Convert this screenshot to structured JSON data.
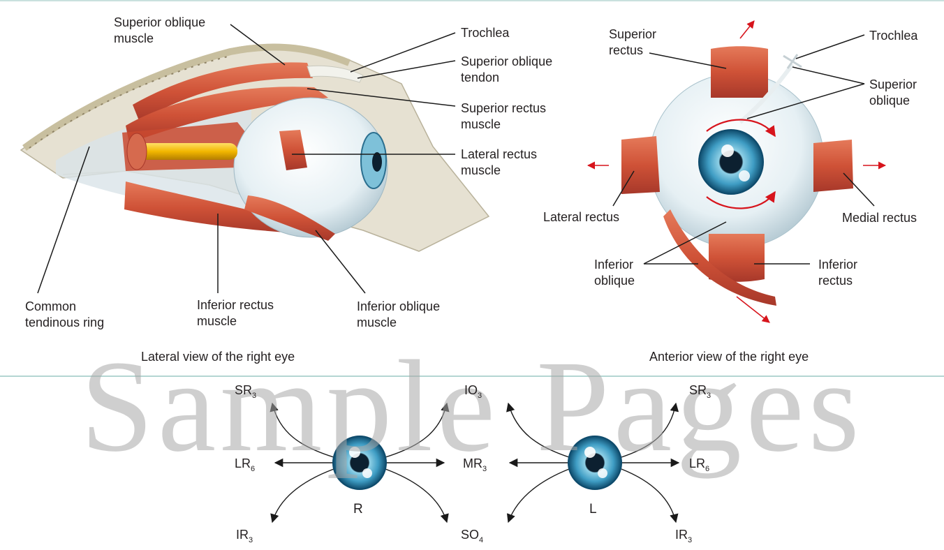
{
  "watermark": "Sample Pages",
  "lateral": {
    "caption": "Lateral view of the right eye",
    "labels": {
      "superior_oblique_muscle": [
        "Superior oblique",
        "muscle"
      ],
      "trochlea": "Trochlea",
      "superior_oblique_tendon": [
        "Superior oblique",
        "tendon"
      ],
      "superior_rectus_muscle": [
        "Superior rectus",
        "muscle"
      ],
      "lateral_rectus_muscle": [
        "Lateral rectus",
        "muscle"
      ],
      "common_tendinous_ring": [
        "Common",
        "tendinous ring"
      ],
      "inferior_rectus_muscle": [
        "Inferior rectus",
        "muscle"
      ],
      "inferior_oblique_muscle": [
        "Inferior oblique",
        "muscle"
      ]
    }
  },
  "anterior": {
    "caption": "Anterior view of the right eye",
    "labels": {
      "superior_rectus": [
        "Superior",
        "rectus"
      ],
      "trochlea": "Trochlea",
      "superior_oblique": [
        "Superior",
        "oblique"
      ],
      "lateral_rectus": "Lateral rectus",
      "medial_rectus": "Medial rectus",
      "inferior_oblique": [
        "Inferior",
        "oblique"
      ],
      "inferior_rectus": [
        "Inferior",
        "rectus"
      ]
    }
  },
  "actions": {
    "right_eye": {
      "tag": "R",
      "up_left": {
        "name": "SR",
        "sub": "3"
      },
      "left": {
        "name": "LR",
        "sub": "6"
      },
      "down_left": {
        "name": "IR",
        "sub": "3"
      },
      "up_right": {
        "name": "IO",
        "sub": "3"
      },
      "right": {
        "name": "MR",
        "sub": "3"
      },
      "down_right": {
        "name": "SO",
        "sub": "4"
      }
    },
    "left_eye": {
      "tag": "L",
      "up_right": {
        "name": "SR",
        "sub": "3"
      },
      "right": {
        "name": "LR",
        "sub": "6"
      },
      "down_right": {
        "name": "IR",
        "sub": "3"
      }
    }
  },
  "colors": {
    "muscle": "#d45a3e",
    "muscle_dark": "#a8382a",
    "bone": "#ddd8c8",
    "sclera": "#e8f1f5",
    "iris": "#4aa3c5",
    "optic_nerve": "#f2b700",
    "arrow_red": "#d7141c",
    "line": "#1a1a1a"
  }
}
